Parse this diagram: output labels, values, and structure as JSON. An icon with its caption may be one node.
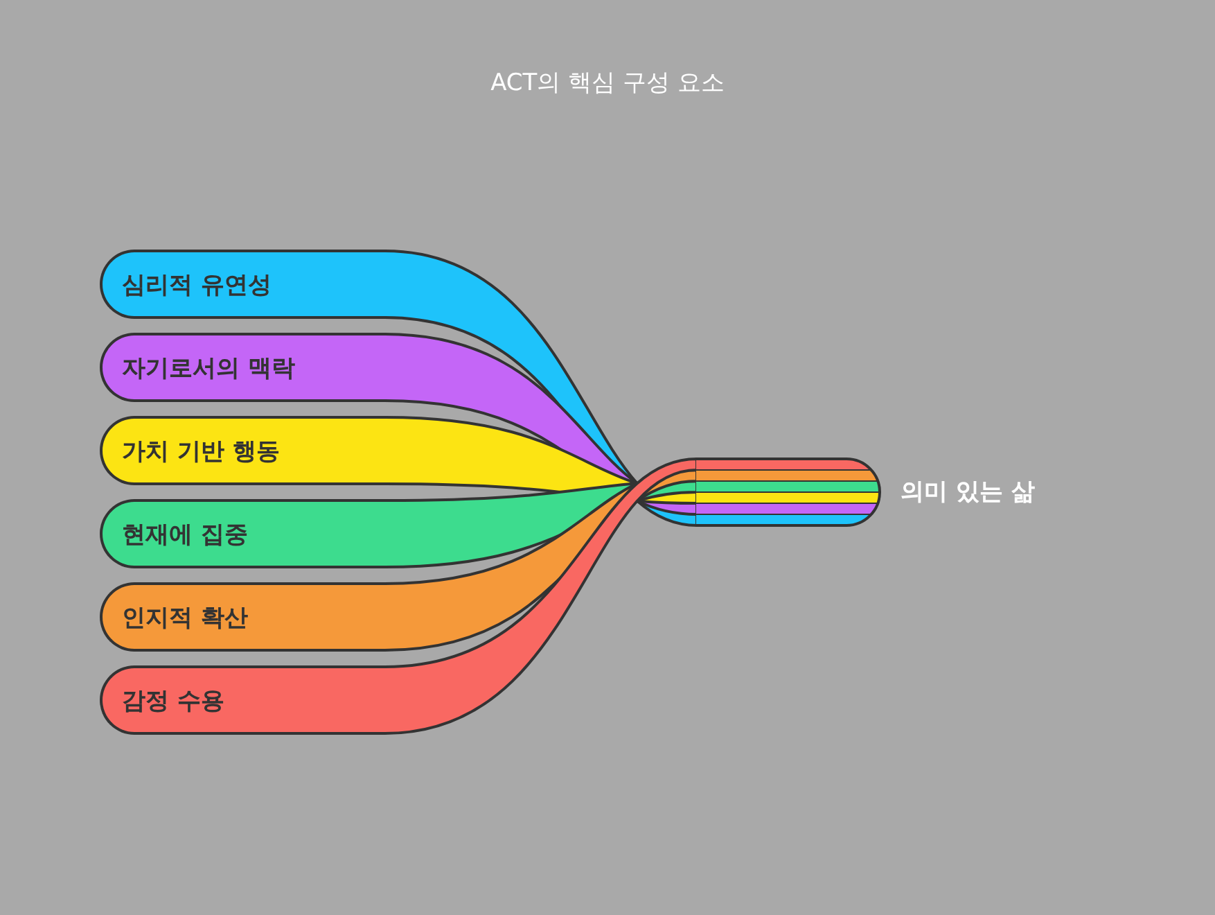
{
  "diagram": {
    "title": "ACT의 핵심 구성 요소",
    "nodes": [
      {
        "text": [
          "심리적 유연성"
        ]
      },
      {
        "text": [
          "자기로서의 맥락"
        ]
      },
      {
        "text": [
          "가치 기반 행동"
        ]
      },
      {
        "text": [
          "현재에 집중"
        ]
      },
      {
        "text": [
          "인지적 확산"
        ]
      },
      {
        "text": [
          "감정 수용"
        ]
      },
      {
        "text": [],
        "shape": "bar",
        "beside": [
          "의미 있는 삶"
        ]
      }
    ],
    "edges": [
      {
        "from": 0,
        "to": 6,
        "arrow": "none",
        "color": "#1ec3fb"
      },
      {
        "from": 1,
        "to": 6,
        "arrow": "none",
        "color": "#c466f7"
      },
      {
        "from": 2,
        "to": 6,
        "arrow": "none",
        "color": "#fce413"
      },
      {
        "from": 3,
        "to": 6,
        "arrow": "none",
        "color": "#3ddc8e"
      },
      {
        "from": 4,
        "to": 6,
        "arrow": "none",
        "color": "#f5993a"
      },
      {
        "from": 5,
        "to": 6,
        "arrow": "none",
        "color": "#f96862"
      }
    ]
  }
}
